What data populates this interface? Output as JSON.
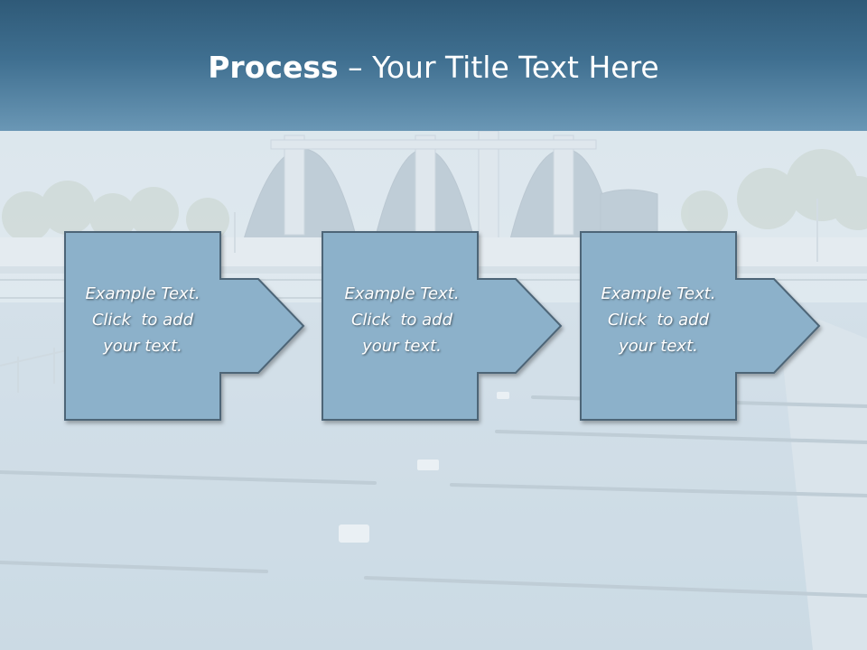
{
  "slide": {
    "title_bold": "Process",
    "title_rest": " – Your Title Text Here"
  },
  "steps": [
    {
      "line1": "Example Text.",
      "line2": "Click  to add",
      "line3": "your text."
    },
    {
      "line1": "Example Text.",
      "line2": "Click  to add",
      "line3": "your text."
    },
    {
      "line1": "Example Text.",
      "line2": "Click  to add",
      "line3": "your text."
    }
  ],
  "colors": {
    "header_top": "#2f5a78",
    "header_bottom": "#6a97b5",
    "step_fill": "#8cb1ca",
    "step_stroke": "#4d6577",
    "background": "#dbe6ee"
  },
  "background_image": "water-treatment-plant"
}
